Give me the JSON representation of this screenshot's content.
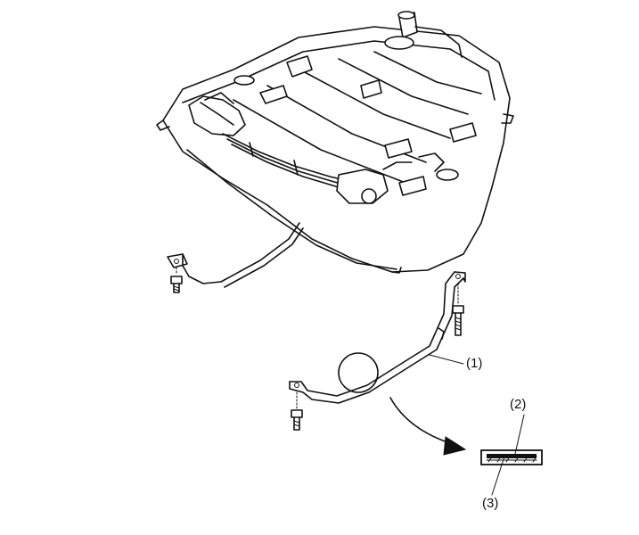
{
  "callouts": {
    "item1": "(1)",
    "item2": "(2)",
    "item3": "(3)"
  },
  "colors": {
    "ink": "#111111",
    "background": "#ffffff"
  }
}
